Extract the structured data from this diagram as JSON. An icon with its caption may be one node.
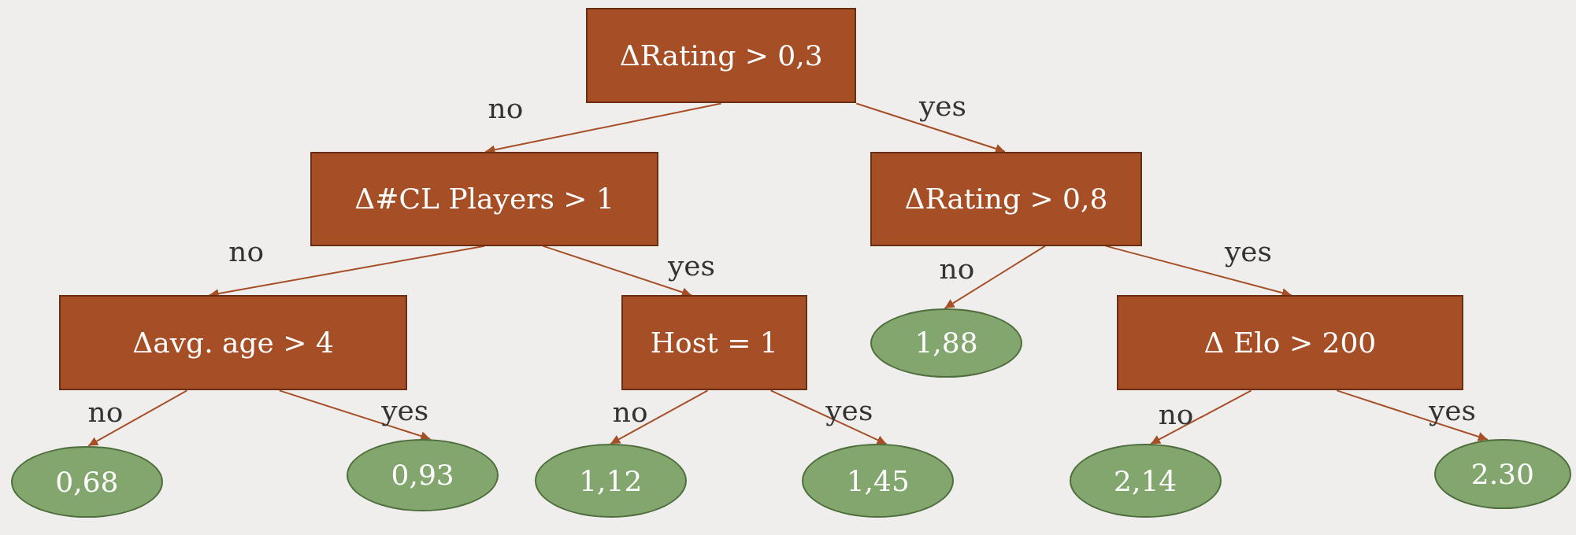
{
  "diagram": {
    "nodes": [
      {
        "text": [
          "ΔRating > 0,3"
        ]
      },
      {
        "text": [
          "Δ#CL Players > 1"
        ]
      },
      {
        "text": [
          "ΔRating > 0,8"
        ]
      },
      {
        "text": [
          "Δavg. age > 4"
        ]
      },
      {
        "text": [
          "Host = 1"
        ]
      },
      {
        "text": [
          "1,88"
        ]
      },
      {
        "text": [
          "Δ Elo > 200"
        ]
      },
      {
        "text": [
          "0,68"
        ]
      },
      {
        "text": [
          "0,93"
        ]
      },
      {
        "text": [
          "1,12"
        ]
      },
      {
        "text": [
          "1,45"
        ]
      },
      {
        "text": [
          "2,14"
        ]
      },
      {
        "text": [
          "2.30"
        ]
      }
    ],
    "edges": [
      {
        "from": 0,
        "to": 1,
        "arrow": "to",
        "label": "no"
      },
      {
        "from": 0,
        "to": 2,
        "arrow": "to",
        "label": "yes"
      },
      {
        "from": 1,
        "to": 3,
        "arrow": "to",
        "label": "no"
      },
      {
        "from": 1,
        "to": 4,
        "arrow": "to",
        "label": "yes"
      },
      {
        "from": 2,
        "to": 5,
        "arrow": "to",
        "label": "no"
      },
      {
        "from": 2,
        "to": 6,
        "arrow": "to",
        "label": "yes"
      },
      {
        "from": 3,
        "to": 7,
        "arrow": "to",
        "label": "no"
      },
      {
        "from": 3,
        "to": 8,
        "arrow": "to",
        "label": "yes"
      },
      {
        "from": 4,
        "to": 9,
        "arrow": "to",
        "label": "no"
      },
      {
        "from": 4,
        "to": 10,
        "arrow": "to",
        "label": "yes"
      },
      {
        "from": 6,
        "to": 11,
        "arrow": "to",
        "label": "no"
      },
      {
        "from": 6,
        "to": 12,
        "arrow": "to",
        "label": "yes"
      }
    ]
  }
}
